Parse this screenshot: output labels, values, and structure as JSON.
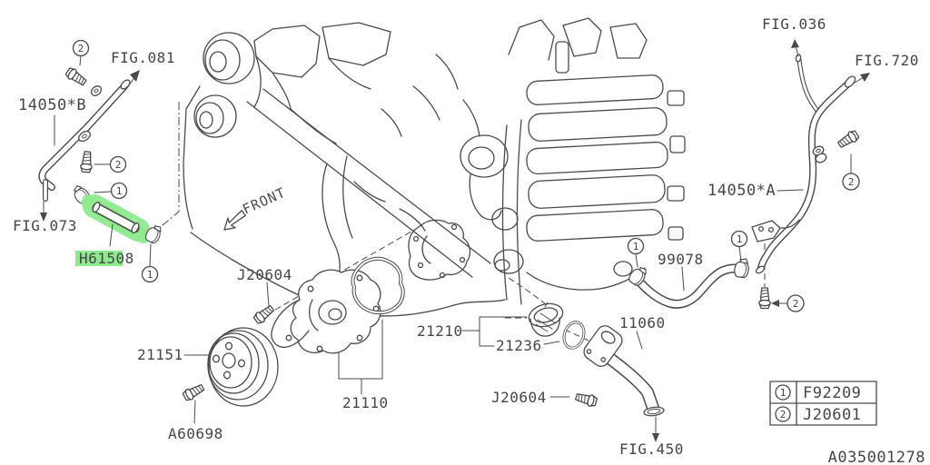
{
  "diagram": {
    "doc_code": "A035001278",
    "front_label": "FRONT",
    "highlighted_part": "H61508",
    "figures": {
      "fig036": "FIG.036",
      "fig720": "FIG.720",
      "fig081": "FIG.081",
      "fig073": "FIG.073",
      "fig450": "FIG.450"
    },
    "parts": {
      "p14050b": "14050*B",
      "p14050a": "14050*A",
      "h61508": "H61508",
      "j20604": "J20604",
      "p21151": "21151",
      "a60698": "A60698",
      "p21110": "21110",
      "p21210": "21210",
      "p21236": "21236",
      "p11060": "11060",
      "p99078": "99078"
    },
    "callouts": {
      "c1": "1",
      "c2": "2"
    },
    "legend": {
      "rows": [
        {
          "num": "1",
          "code": "F92209"
        },
        {
          "num": "2",
          "code": "J20601"
        }
      ]
    },
    "colors": {
      "line": "#4a4a4a",
      "highlight": "#8ce98c",
      "background": "#ffffff"
    }
  }
}
